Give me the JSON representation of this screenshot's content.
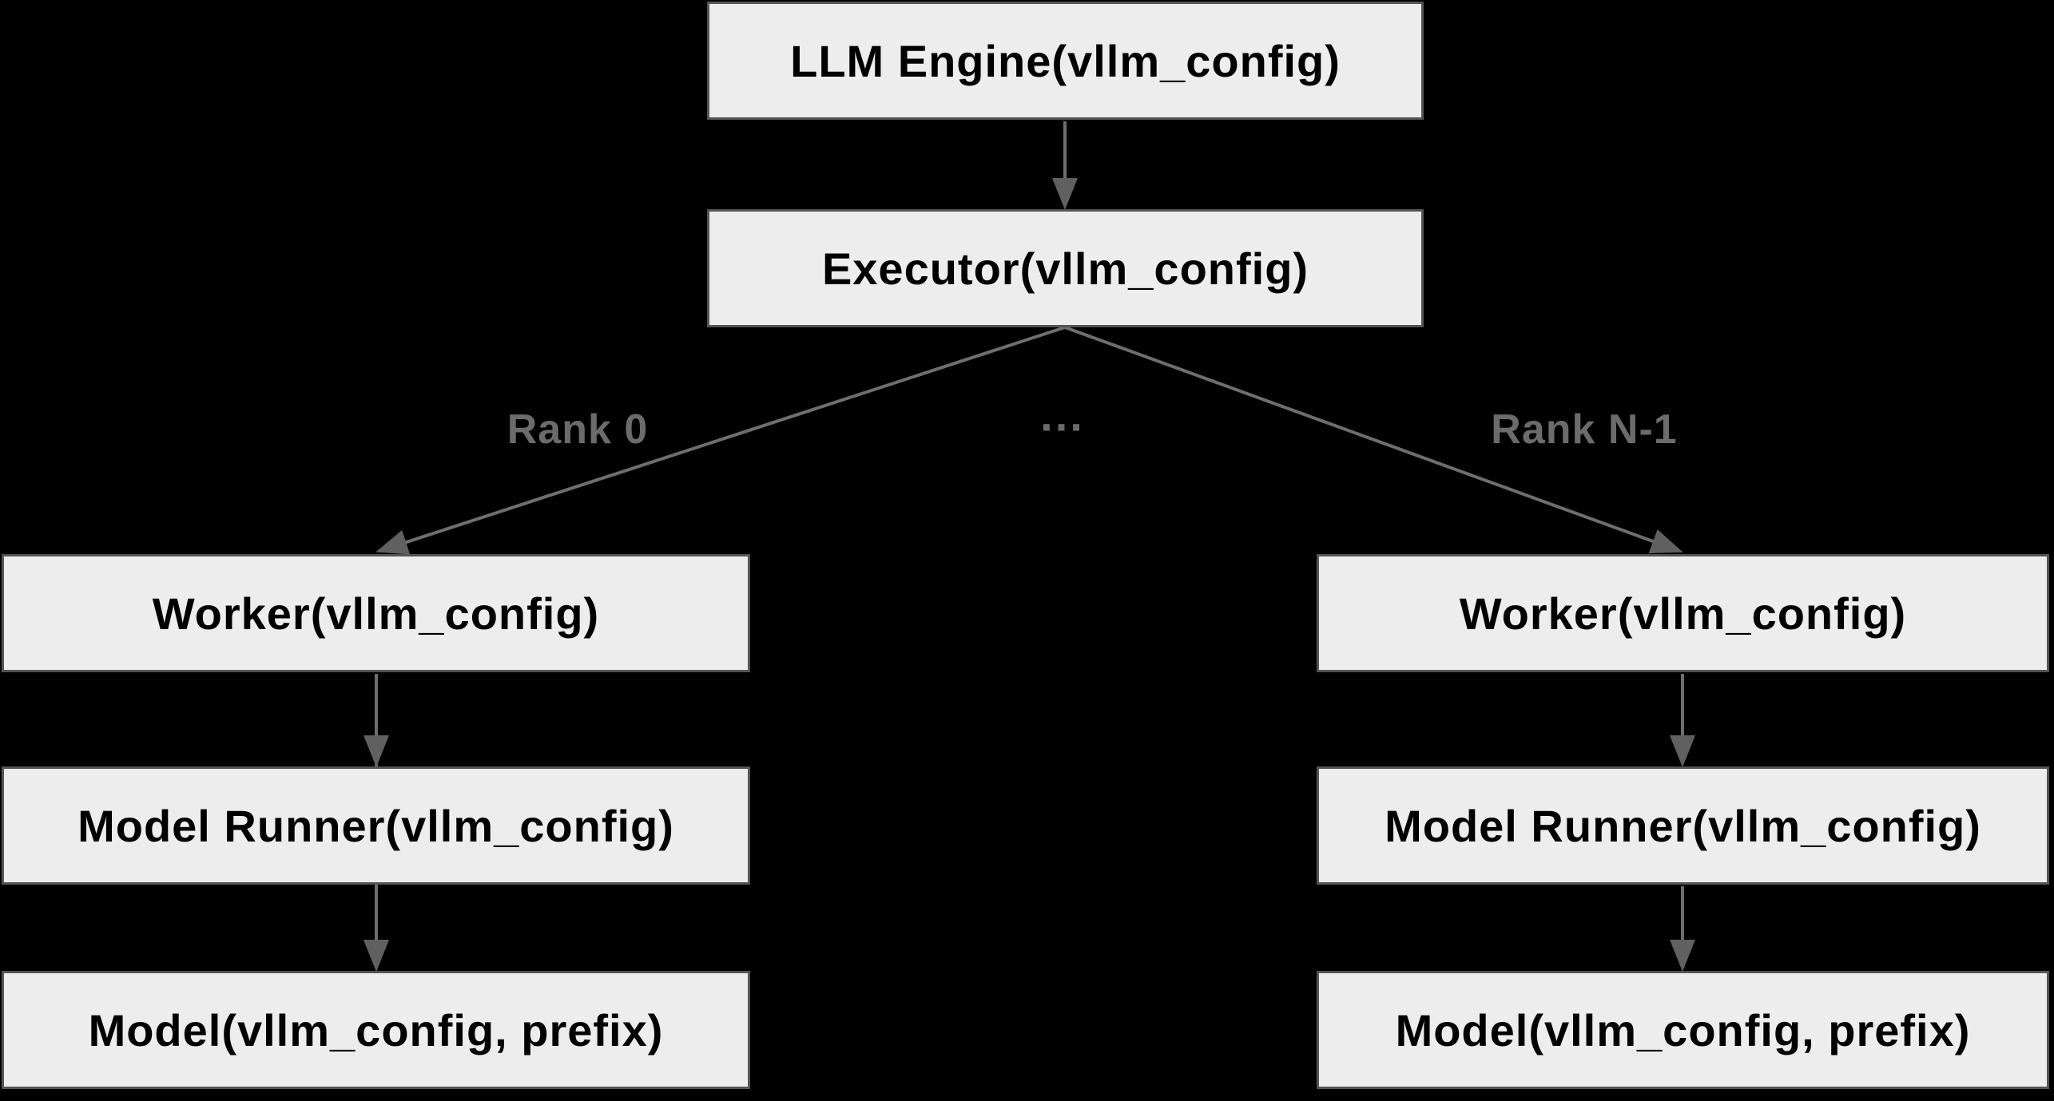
{
  "diagram": {
    "type": "flowchart",
    "nodes": {
      "llm_engine": "LLM Engine(vllm_config)",
      "executor": "Executor(vllm_config)",
      "worker_rank0": "Worker(vllm_config)",
      "model_runner_rank0": "Model Runner(vllm_config)",
      "model_rank0": "Model(vllm_config, prefix)",
      "worker_rankn": "Worker(vllm_config)",
      "model_runner_rankn": "Model Runner(vllm_config)",
      "model_rankn": "Model(vllm_config, prefix)"
    },
    "edge_labels": {
      "rank_0": "Rank 0",
      "ellipsis": "...",
      "rank_n": "Rank N-1"
    },
    "colors": {
      "background": "#000000",
      "node_fill": "#ededed",
      "node_border": "#555555",
      "node_text": "#000000",
      "edge_stroke": "#6e6e6e",
      "arrowhead_fill": "#606060",
      "edge_label_text": "#6b6b6b"
    }
  }
}
